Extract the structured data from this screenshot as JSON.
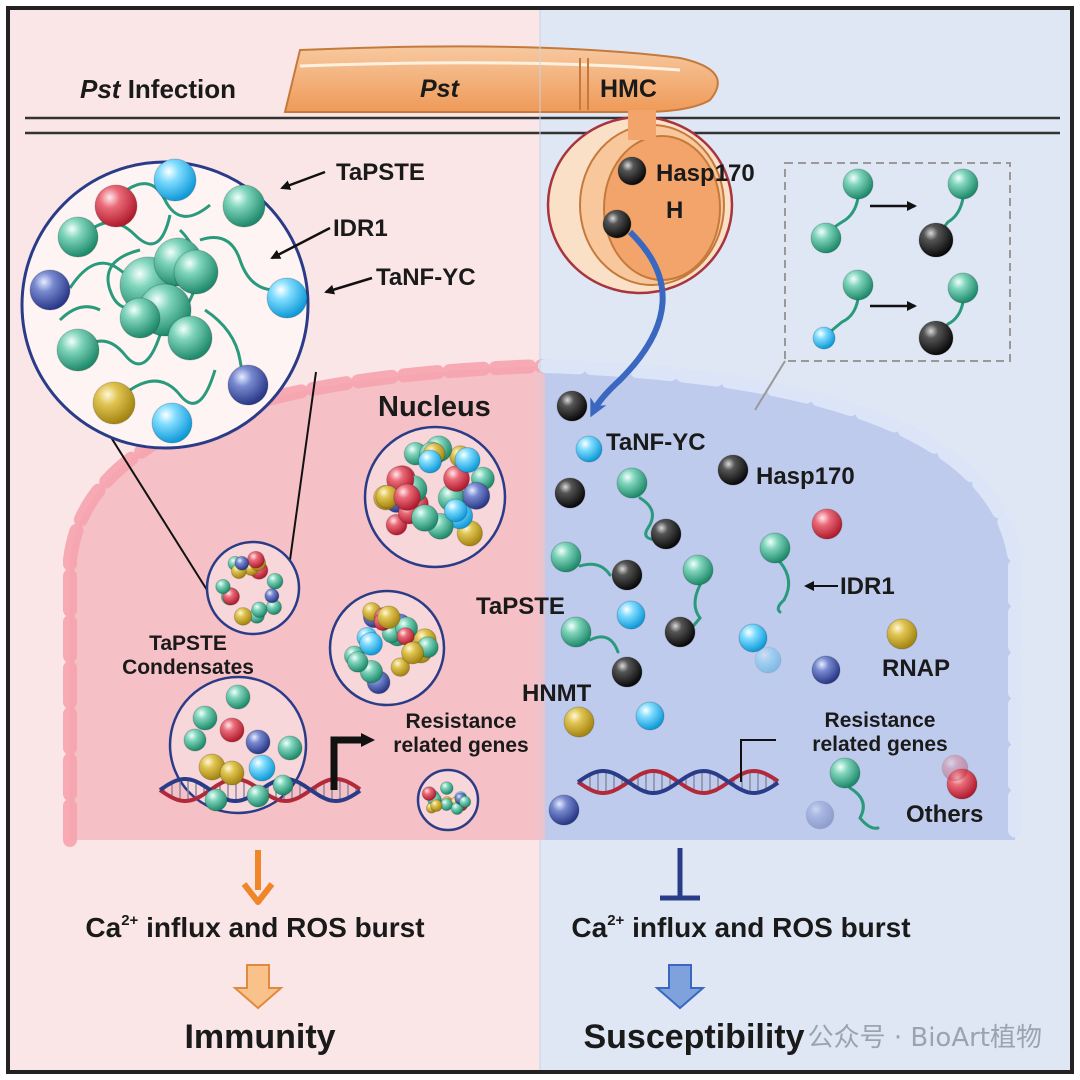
{
  "header": {
    "infection_italic": "Pst",
    "infection_rest": " Infection",
    "pst_label": "Pst",
    "hmc_label": "HMC"
  },
  "haustorium": {
    "hasp170": "Hasp170",
    "h": "H"
  },
  "left": {
    "tapste": "TaPSTE",
    "idr1": "IDR1",
    "tanfyc": "TaNF-YC",
    "nucleus": "Nucleus",
    "condensates_line1": "TaPSTE",
    "condensates_line2": "Condensates",
    "resistance_line1": "Resistance",
    "resistance_line2": "related genes",
    "ca_base": "Ca",
    "ca_sup": "2+",
    "ca_rest": " influx and ROS burst",
    "outcome": "Immunity"
  },
  "right": {
    "tanfyc": "TaNF-YC",
    "hasp170": "Hasp170",
    "tapste": "TaPSTE",
    "idr1": "IDR1",
    "rnap": "RNAP",
    "hnmt": "HNMT",
    "resistance_line1": "Resistance",
    "resistance_line2": "related genes",
    "others": "Others",
    "ca_base": "Ca",
    "ca_sup": "2+",
    "ca_rest": " influx and ROS burst",
    "outcome": "Susceptibility"
  },
  "watermark": "公众号 · BioArt植物",
  "colors": {
    "left_bg": "#fbe6e7",
    "right_bg": "#dfe7f5",
    "teal": "#3aaa8c",
    "cyan": "#2fc0f0",
    "red": "#d23a4a",
    "navy": "#3b4fa0",
    "gold": "#c9a628",
    "black": "#1e1e1e",
    "orange": "#f0a060",
    "blue_arrow": "#3a68c0"
  }
}
